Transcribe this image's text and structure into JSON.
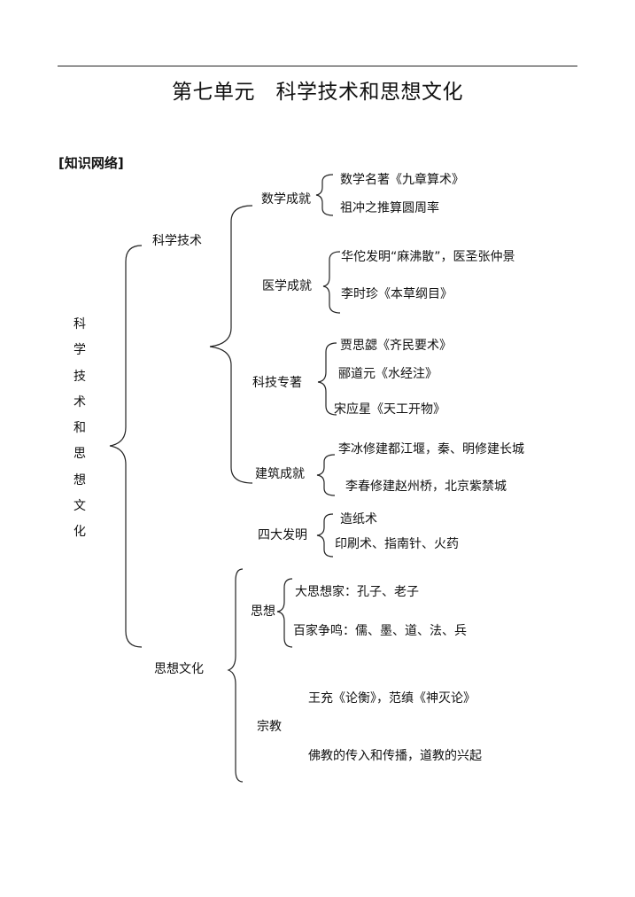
{
  "title": "第七单元　科学技术和思想文化",
  "section": "[知识网络]",
  "root": "科学技术和思想文化",
  "branches": {
    "science": {
      "label": "科学技术",
      "groups": {
        "math": {
          "label": "数学成就",
          "items": [
            "数学名著《九章算术》",
            "祖冲之推算圆周率"
          ]
        },
        "medicine": {
          "label": "医学成就",
          "items": [
            "华佗发明“麻沸散”，医圣张仲景",
            "李时珍《本草纲目》"
          ]
        },
        "works": {
          "label": "科技专著",
          "items": [
            "贾思勰《齐民要术》",
            "郦道元《水经注》",
            "宋应星《天工开物》"
          ]
        },
        "architecture": {
          "label": "建筑成就",
          "items": [
            "李冰修建都江堰，秦、明修建长城",
            "李春修建赵州桥，北京紫禁城"
          ]
        },
        "inventions": {
          "label": "四大发明",
          "items": [
            "造纸术",
            "印刷术、指南针、火药"
          ]
        }
      }
    },
    "thought": {
      "label": "思想文化",
      "groups": {
        "philosophy": {
          "label": "思想",
          "items": [
            "大思想家：孔子、老子",
            "百家争鸣：儒、墨、道、法、兵"
          ]
        },
        "religion": {
          "label": "宗教",
          "items": [
            "王充《论衡》，范缜《神灭论》",
            "佛教的传入和传播，道教的兴起"
          ]
        }
      }
    }
  }
}
